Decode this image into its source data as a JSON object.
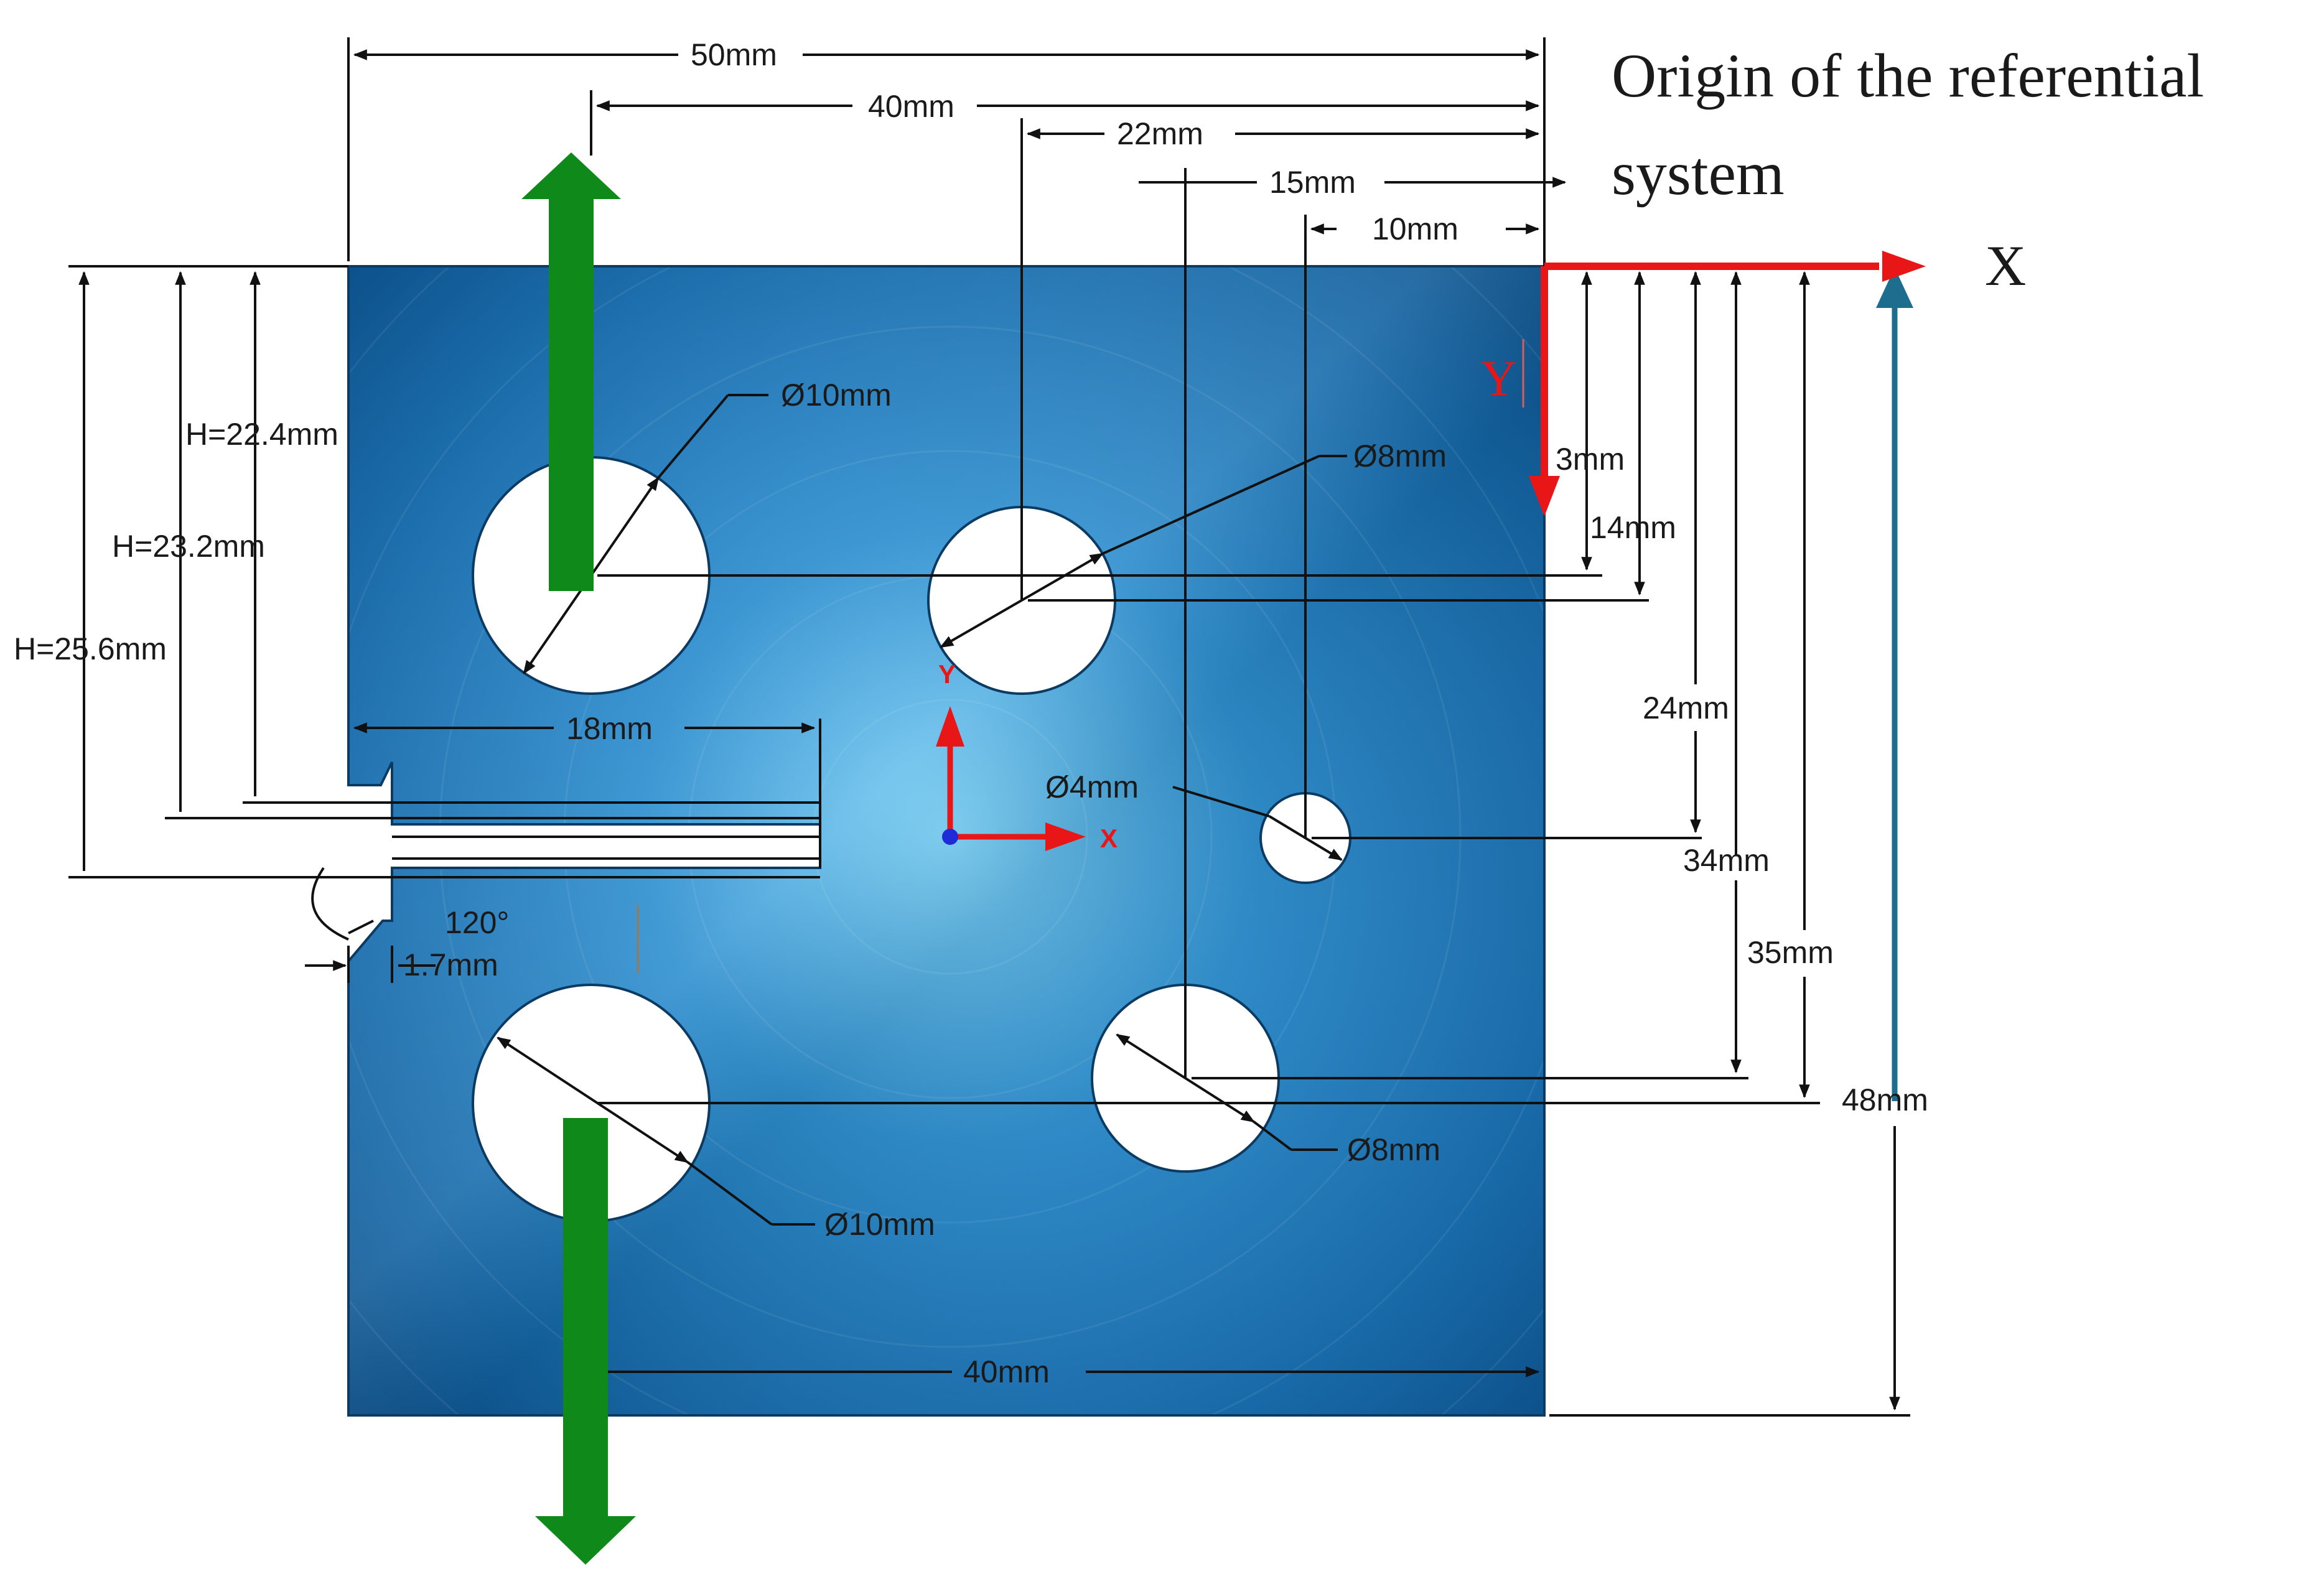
{
  "title": {
    "line1": "Origin of the referential",
    "line2": "system"
  },
  "axes": {
    "global_x": "X",
    "global_y": "Y",
    "local_x": "X",
    "local_y": "Y"
  },
  "dimensions": {
    "width_50": "50mm",
    "width_40_top": "40mm",
    "offset_22": "22mm",
    "offset_15": "15mm",
    "offset_10": "10mm",
    "hole_top_left": "Ø10mm",
    "hole_top_mid": "Ø8mm",
    "hole_small": "Ø4mm",
    "hole_bottom_right": "Ø8mm",
    "hole_bottom_left": "Ø10mm",
    "h_22_4": "H=22.4mm",
    "h_23_2": "H=23.2mm",
    "h_25_6": "H=25.6mm",
    "slot_18": "18mm",
    "angle_120": "120°",
    "notch_1_7": "1.7mm",
    "v_3": "3mm",
    "v_14": "14mm",
    "v_24": "24mm",
    "v_34": "34mm",
    "v_35": "35mm",
    "v_48": "48mm",
    "width_40_bottom": "40mm"
  },
  "colors": {
    "plate_dark": "#0c4e82",
    "plate_light": "#4fb6ee",
    "load_arrow": "#0f8a1a",
    "axis_red": "#e81616",
    "height_arrow": "#1c6d8e",
    "origin_dot": "#1f2bd6"
  }
}
